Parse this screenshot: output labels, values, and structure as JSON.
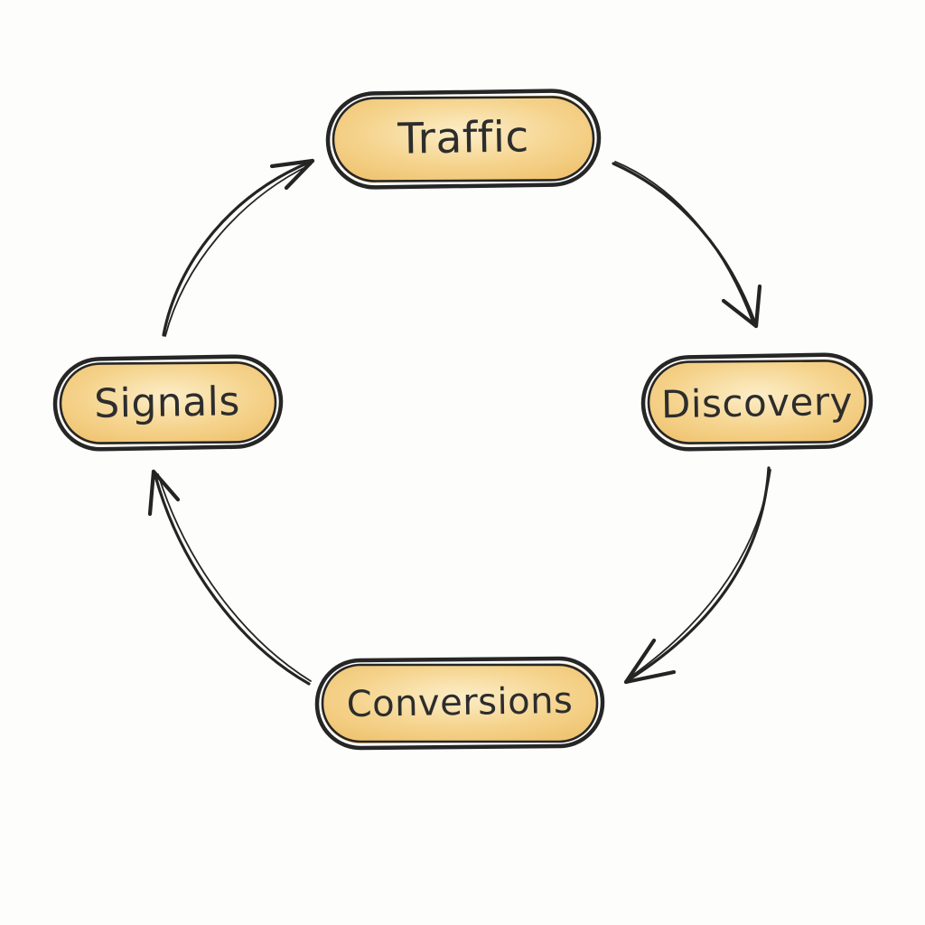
{
  "diagram": {
    "type": "cycle",
    "nodes": {
      "traffic": {
        "label": "Traffic",
        "position": "top"
      },
      "discovery": {
        "label": "Discovery",
        "position": "right"
      },
      "conversions": {
        "label": "Conversions",
        "position": "bottom"
      },
      "signals": {
        "label": "Signals",
        "position": "left"
      }
    },
    "arrows": [
      {
        "from": "Traffic",
        "to": "Discovery",
        "direction": "clockwise"
      },
      {
        "from": "Discovery",
        "to": "Conversions",
        "direction": "clockwise"
      },
      {
        "from": "Conversions",
        "to": "Signals",
        "direction": "clockwise"
      },
      {
        "from": "Signals",
        "to": "Traffic",
        "direction": "clockwise"
      }
    ],
    "style": "hand-drawn sketch, watercolor fill pills, double-line outlines, open V arrowheads",
    "colors": {
      "background": "#fdfdfc",
      "outline": "#262626",
      "arrow": "#242424",
      "text": "#2d2d2d",
      "node_fill_edge": "#eec06b",
      "node_fill_mid": "#f5d38c",
      "node_fill_center": "#fceec8"
    }
  }
}
